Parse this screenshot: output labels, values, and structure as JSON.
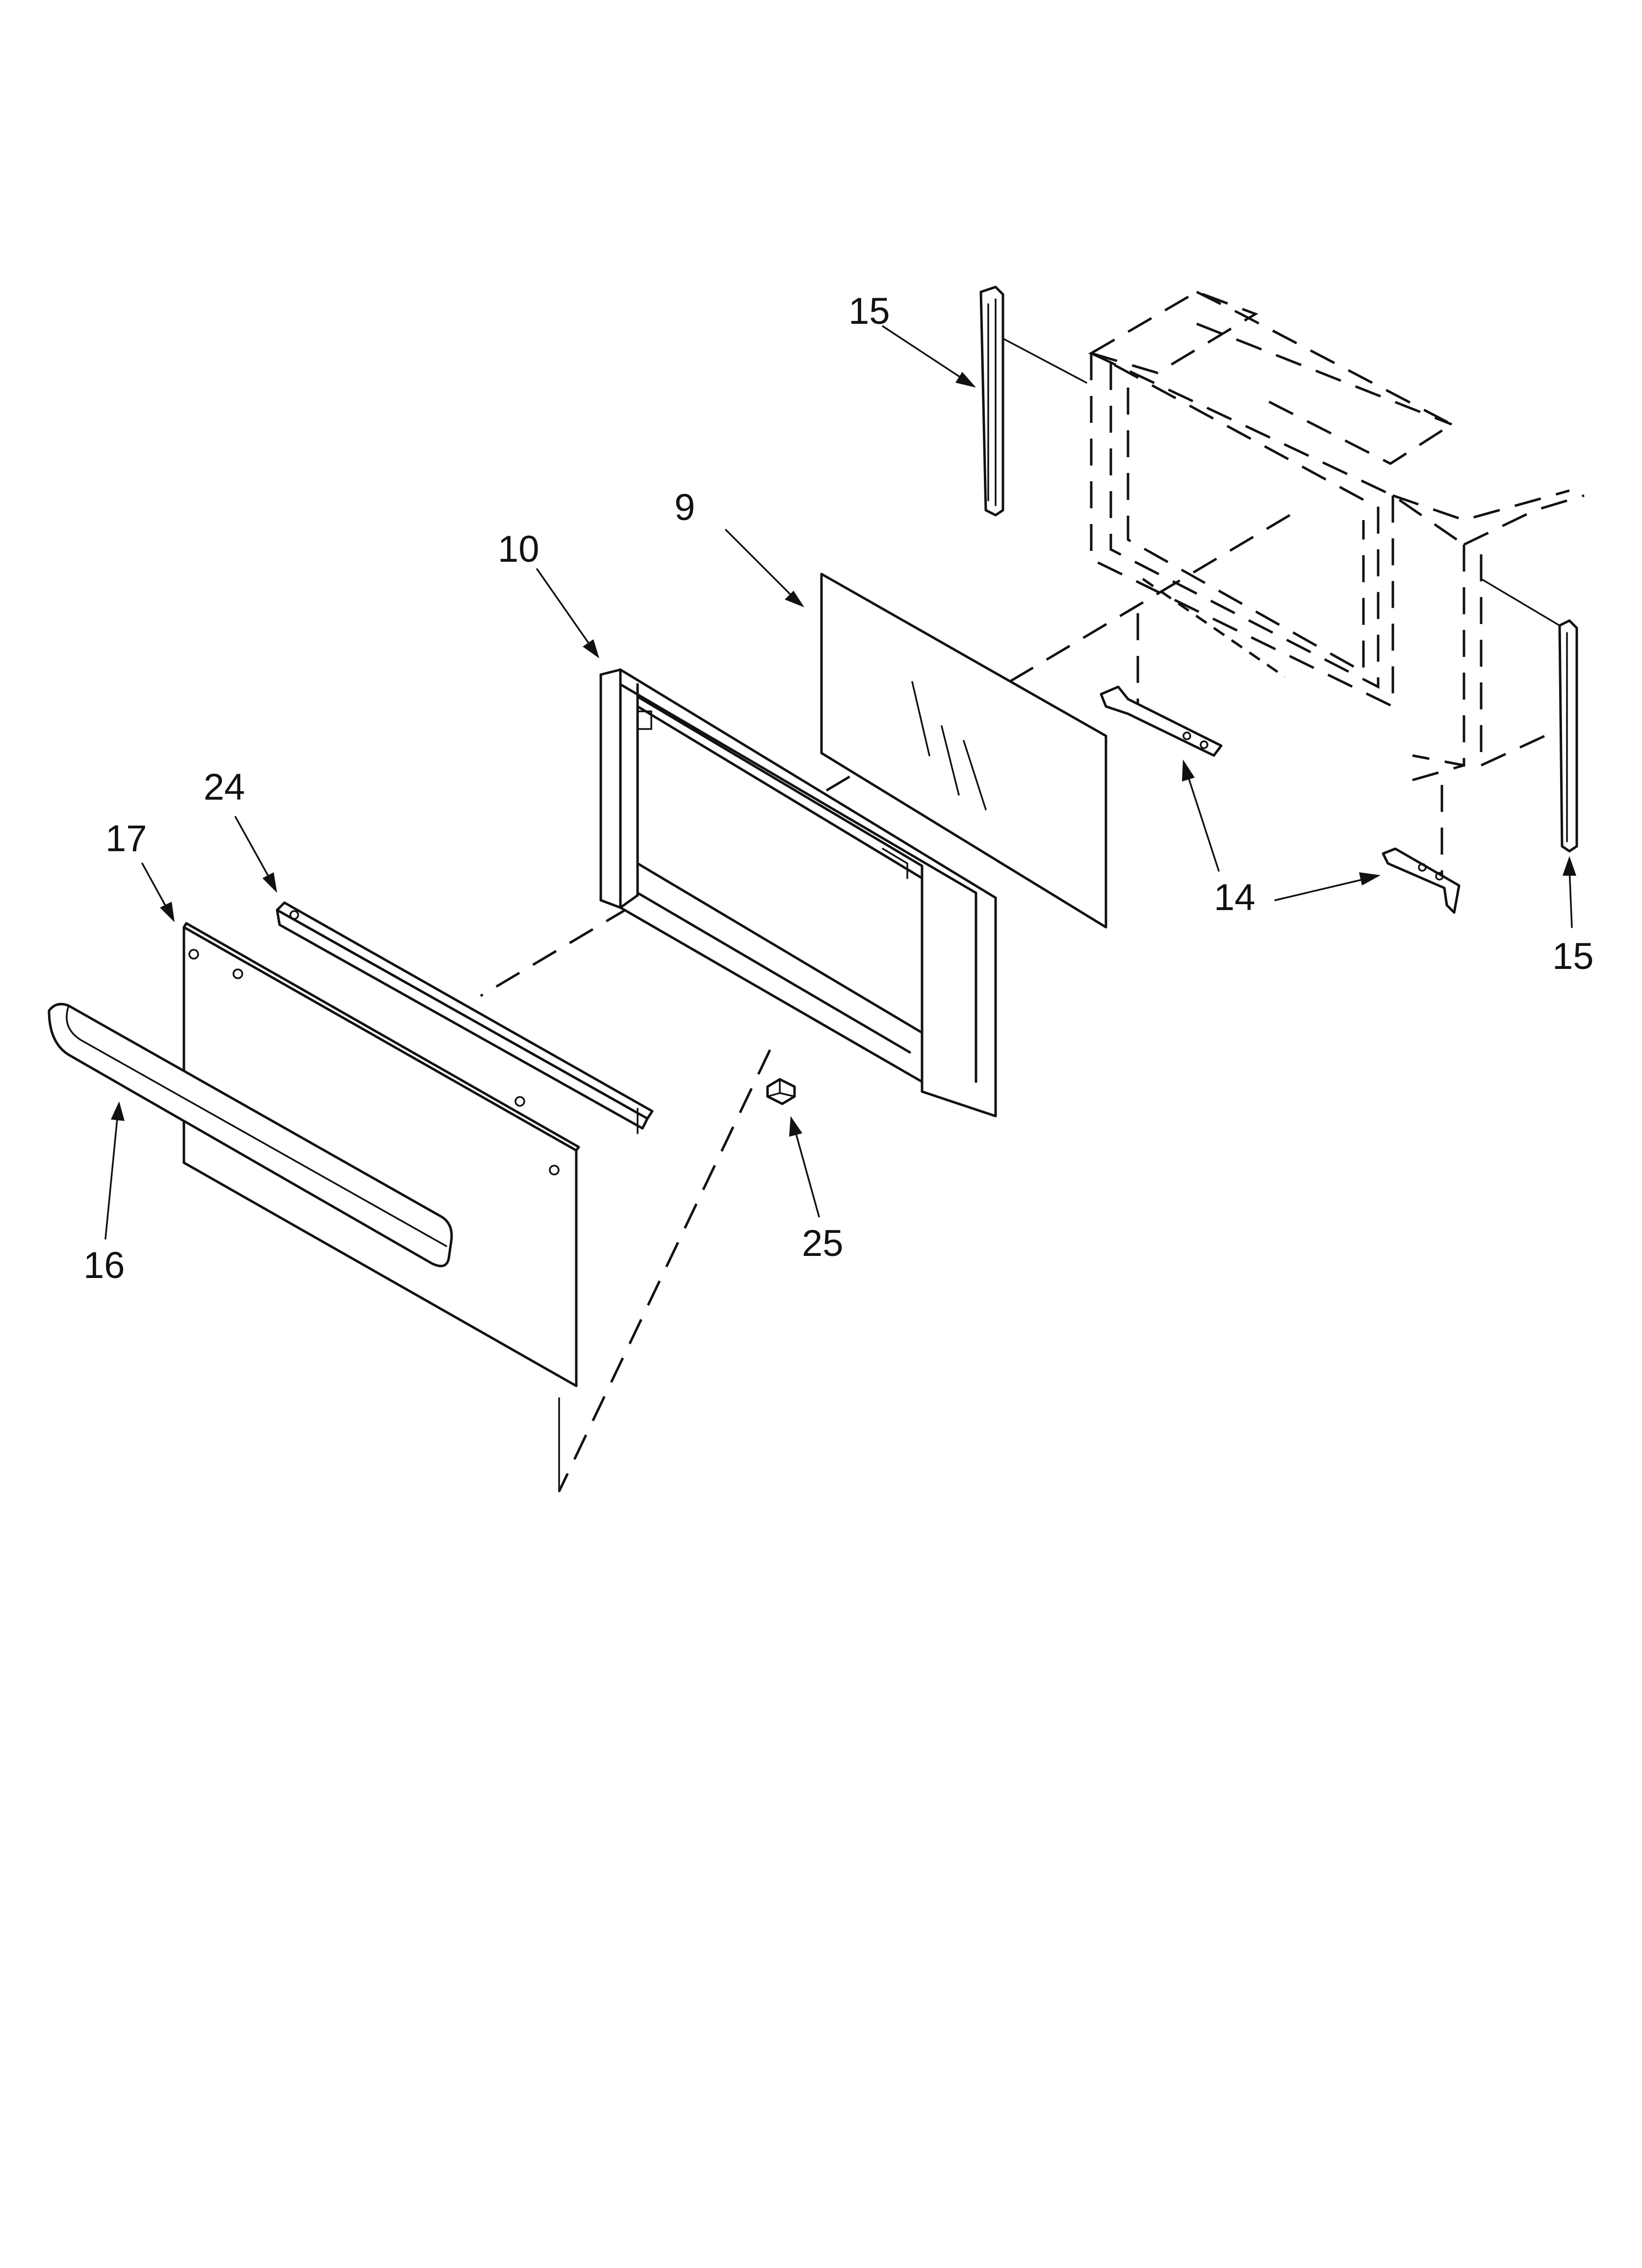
{
  "callouts": [
    {
      "id": "c15a",
      "label": "15"
    },
    {
      "id": "c9",
      "label": "9"
    },
    {
      "id": "c10",
      "label": "10"
    },
    {
      "id": "c24",
      "label": "24"
    },
    {
      "id": "c17",
      "label": "17"
    },
    {
      "id": "c14",
      "label": "14"
    },
    {
      "id": "c15b",
      "label": "15"
    },
    {
      "id": "c16",
      "label": "16"
    },
    {
      "id": "c25",
      "label": "25"
    }
  ]
}
